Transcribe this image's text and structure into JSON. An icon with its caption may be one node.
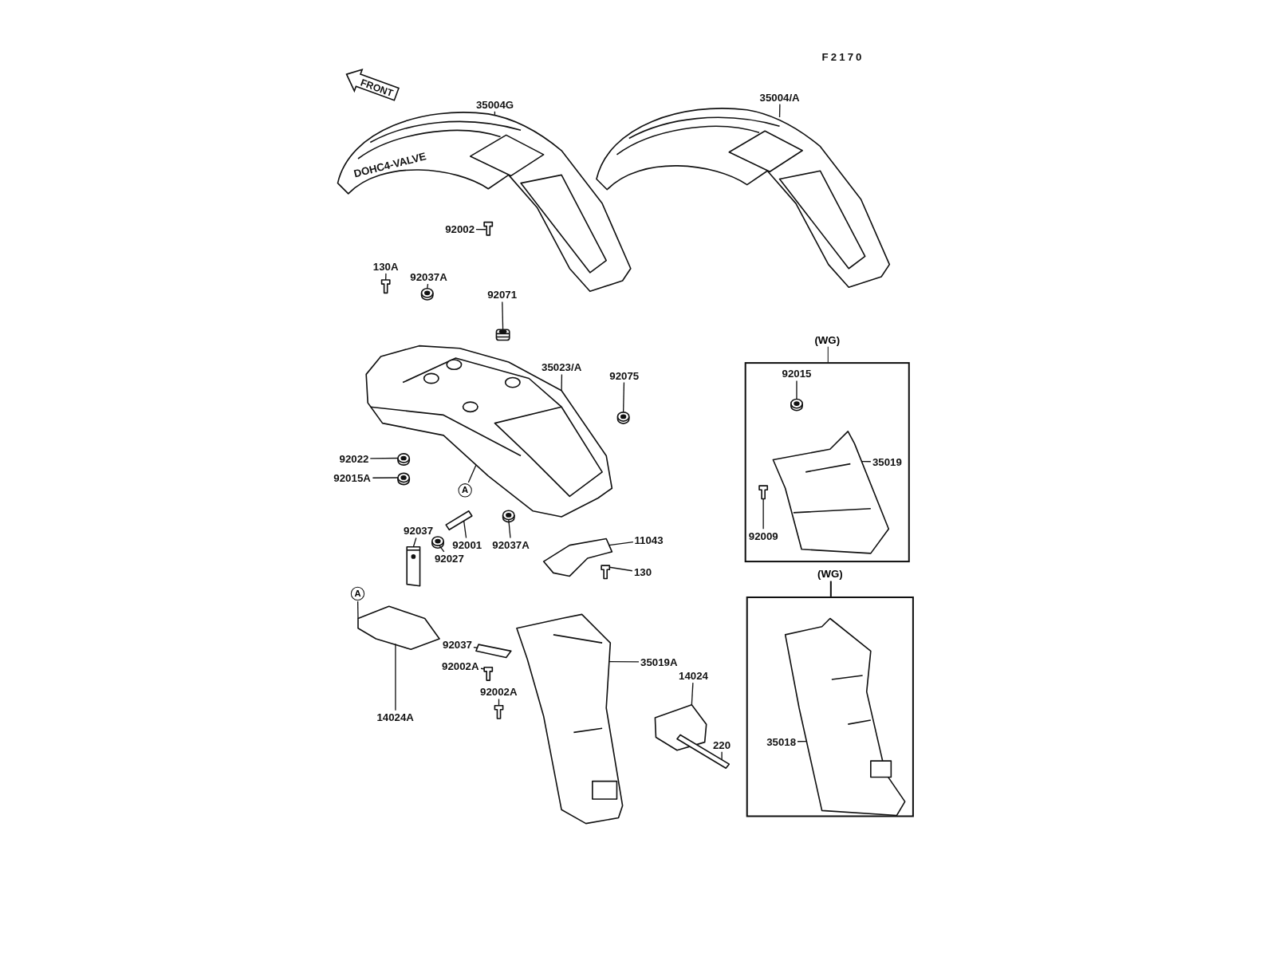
{
  "diagram": {
    "nodes": [
      {
        "text": [
          "35004G"
        ]
      },
      {
        "text": [
          "35004/A"
        ]
      },
      {
        "text": [
          "92002"
        ]
      },
      {
        "text": [
          "130A"
        ]
      },
      {
        "text": [
          "92037A"
        ]
      },
      {
        "text": [
          "92071"
        ]
      },
      {
        "text": [
          "35023/A"
        ]
      },
      {
        "text": [
          "92075"
        ]
      },
      {
        "text": [
          "92022"
        ]
      },
      {
        "text": [
          "92015A"
        ]
      },
      {
        "text": [
          "92037"
        ]
      },
      {
        "text": [
          "92001"
        ]
      },
      {
        "text": [
          "92027"
        ]
      },
      {
        "text": [
          "92037A"
        ]
      },
      {
        "text": [
          "11043"
        ]
      },
      {
        "text": [
          "130"
        ]
      },
      {
        "text": [
          "14024A"
        ]
      },
      {
        "text": [
          "92037"
        ]
      },
      {
        "text": [
          "92002A"
        ]
      },
      {
        "text": [
          "92002A"
        ]
      },
      {
        "text": [
          "35019A"
        ]
      },
      {
        "text": [
          "14024"
        ]
      },
      {
        "text": [
          "220"
        ]
      },
      {
        "text": [
          "(WG)"
        ]
      },
      {
        "text": [
          "92015"
        ],
        "in": 23
      },
      {
        "text": [
          "35019"
        ],
        "in": 23
      },
      {
        "text": [
          "92009"
        ],
        "in": 23
      },
      {
        "text": [
          "(WG)"
        ]
      },
      {
        "text": [
          "35018"
        ],
        "in": 27
      },
      {
        "text": [
          "FRONT"
        ]
      },
      {
        "text": [
          "A"
        ]
      },
      {
        "text": [
          "A"
        ]
      },
      {
        "text": [
          "DOHC4-VALVE"
        ]
      },
      {
        "text": [],
        "shape": "picture"
      },
      {
        "text": [],
        "shape": "picture"
      },
      {
        "text": [],
        "shape": "picture"
      },
      {
        "text": [],
        "shape": "picture"
      },
      {
        "text": [],
        "shape": "picture"
      },
      {
        "text": [],
        "shape": "picture"
      },
      {
        "text": [],
        "shape": "picture"
      },
      {
        "text": [],
        "shape": "picture"
      },
      {
        "text": [],
        "shape": "picture"
      },
      {
        "text": [],
        "shape": "picture"
      },
      {
        "text": [],
        "shape": "picture"
      },
      {
        "text": [],
        "shape": "picture"
      },
      {
        "text": [],
        "shape": "picture"
      },
      {
        "text": [],
        "shape": "picture"
      },
      {
        "text": [],
        "shape": "picture"
      },
      {
        "text": [],
        "shape": "picture"
      },
      {
        "text": [],
        "shape": "picture"
      },
      {
        "text": [],
        "shape": "picture"
      },
      {
        "text": [],
        "shape": "picture"
      },
      {
        "text": [],
        "shape": "picture"
      },
      {
        "text": [],
        "shape": "picture"
      },
      {
        "text": [],
        "shape": "picture"
      },
      {
        "text": [],
        "shape": "picture",
        "in": 23
      },
      {
        "text": [],
        "shape": "picture",
        "in": 23
      },
      {
        "text": [],
        "shape": "picture",
        "in": 23
      },
      {
        "text": [],
        "shape": "picture",
        "in": 27
      }
    ],
    "edges": [
      {
        "from": 0,
        "to": 32,
        "arrow": "none"
      },
      {
        "from": 1,
        "to": 33,
        "arrow": "none"
      },
      {
        "from": 2,
        "to": 34,
        "arrow": "none"
      },
      {
        "from": 3,
        "to": 35,
        "arrow": "none"
      },
      {
        "from": 4,
        "to": 36,
        "arrow": "none"
      },
      {
        "from": 5,
        "to": 37,
        "arrow": "none"
      },
      {
        "from": 6,
        "to": 38,
        "arrow": "none"
      },
      {
        "from": 7,
        "to": 39,
        "arrow": "none"
      },
      {
        "from": 8,
        "to": 40,
        "arrow": "none"
      },
      {
        "from": 9,
        "to": 41,
        "arrow": "none"
      },
      {
        "from": 10,
        "to": 42,
        "arrow": "none"
      },
      {
        "from": 11,
        "to": 43,
        "arrow": "none"
      },
      {
        "from": 12,
        "to": 44,
        "arrow": "none"
      },
      {
        "from": 13,
        "to": 45,
        "arrow": "none"
      },
      {
        "from": 14,
        "to": 46,
        "arrow": "none"
      },
      {
        "from": 15,
        "to": 47,
        "arrow": "none"
      },
      {
        "from": 16,
        "to": 48,
        "arrow": "none"
      },
      {
        "from": 17,
        "to": 49,
        "arrow": "none"
      },
      {
        "from": 18,
        "to": 50,
        "arrow": "none"
      },
      {
        "from": 19,
        "to": 51,
        "arrow": "none"
      },
      {
        "from": 20,
        "to": 52,
        "arrow": "none"
      },
      {
        "from": 21,
        "to": 53,
        "arrow": "none"
      },
      {
        "from": 22,
        "to": 54,
        "arrow": "none"
      },
      {
        "from": 24,
        "to": 55,
        "arrow": "none"
      },
      {
        "from": 25,
        "to": 56,
        "arrow": "none"
      },
      {
        "from": 26,
        "to": 57,
        "arrow": "none"
      },
      {
        "from": 28,
        "to": 58,
        "arrow": "none"
      },
      {
        "from": 30,
        "to": 38,
        "arrow": "none"
      },
      {
        "from": 31,
        "to": 48,
        "arrow": "none"
      }
    ],
    "labels": [
      "F2170"
    ]
  }
}
